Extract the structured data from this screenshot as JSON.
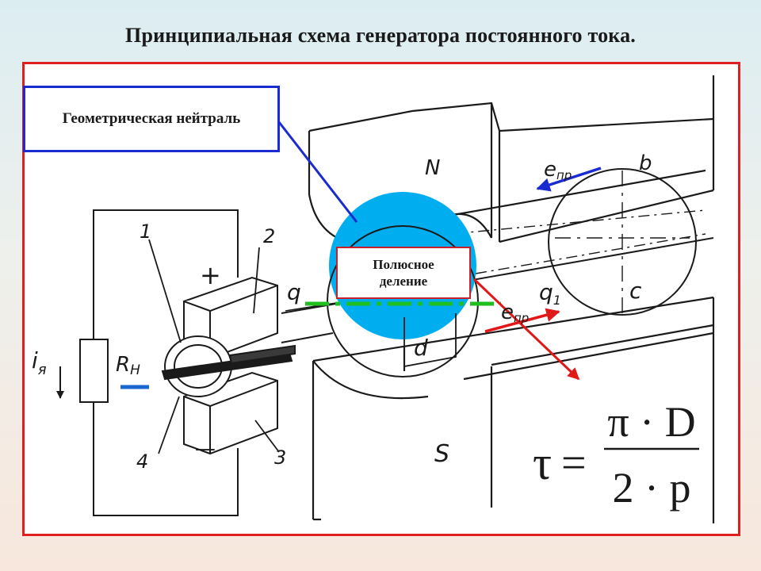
{
  "title": "Принципиальная схема генератора постоянного тока.",
  "callouts": {
    "neutral": "Геометрическая нейтраль",
    "pole_line1": "Полюсное",
    "pole_line2": "деление"
  },
  "labels": {
    "north": "N",
    "south": "S",
    "b": "b",
    "c": "c",
    "d": "d",
    "q": "q",
    "q1_base": "q",
    "q1_sub": "1",
    "plus": "+",
    "minus": "—",
    "n1": "1",
    "n2": "2",
    "n3": "3",
    "n4": "4",
    "rh_base": "R",
    "rh_sub": "H",
    "ia_base": "i",
    "ia_sub": "я",
    "epr_top_base": "e",
    "epr_top_sub": "пр",
    "epr_bot_base": "e",
    "epr_bot_sub": "пр"
  },
  "formula": {
    "lhs": "τ",
    "equals": "=",
    "numerator": "π · D",
    "denominator": "2 · p"
  },
  "colors": {
    "frame": "#e02020",
    "neutral_callout": "#1a2bd0",
    "pole_callout": "#c8202a",
    "armature_fill": "#00aeef",
    "neutral_line": "#1fbf1f",
    "arrow_blue": "#1a2bd0",
    "arrow_red": "#e01818"
  }
}
